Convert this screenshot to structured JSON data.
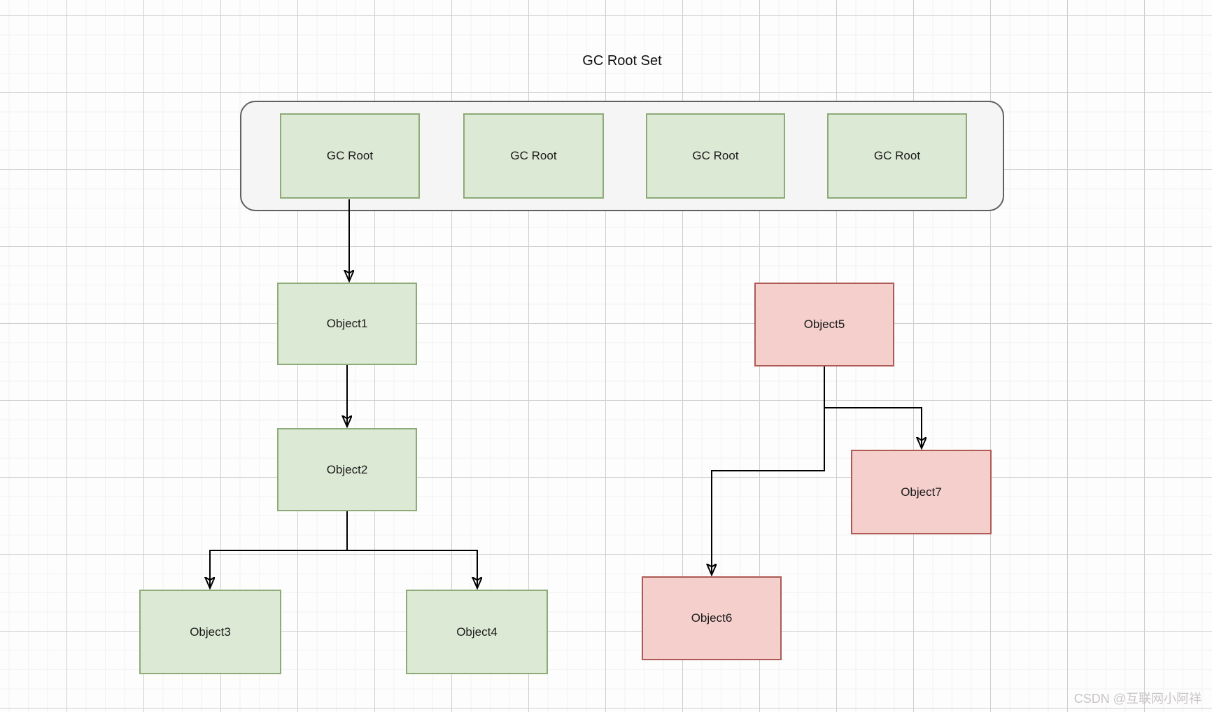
{
  "diagram": {
    "title": "GC Root Set",
    "watermark": "CSDN @互联网小阿祥",
    "gc_root_set": {
      "roots": [
        {
          "label": "GC Root"
        },
        {
          "label": "GC Root"
        },
        {
          "label": "GC Root"
        },
        {
          "label": "GC Root"
        }
      ]
    },
    "nodes": [
      {
        "id": "object1",
        "label": "Object1",
        "status": "reachable"
      },
      {
        "id": "object2",
        "label": "Object2",
        "status": "reachable"
      },
      {
        "id": "object3",
        "label": "Object3",
        "status": "reachable"
      },
      {
        "id": "object4",
        "label": "Object4",
        "status": "reachable"
      },
      {
        "id": "object5",
        "label": "Object5",
        "status": "unreachable"
      },
      {
        "id": "object6",
        "label": "Object6",
        "status": "unreachable"
      },
      {
        "id": "object7",
        "label": "Object7",
        "status": "unreachable"
      }
    ],
    "edges": [
      {
        "from": "gc-root-1",
        "to": "object1"
      },
      {
        "from": "object1",
        "to": "object2"
      },
      {
        "from": "object2",
        "to": "object3"
      },
      {
        "from": "object2",
        "to": "object4"
      },
      {
        "from": "object5",
        "to": "object7"
      },
      {
        "from": "object5",
        "to": "object6"
      }
    ],
    "colors": {
      "reachable_fill": "#dce9d5",
      "reachable_stroke": "#8dab77",
      "unreachable_fill": "#f4cfcc",
      "unreachable_stroke": "#ad5a55",
      "container_fill": "#f5f5f5",
      "container_stroke": "#616161",
      "edge": "#000000",
      "watermark_text": "#c9c5c5"
    }
  }
}
